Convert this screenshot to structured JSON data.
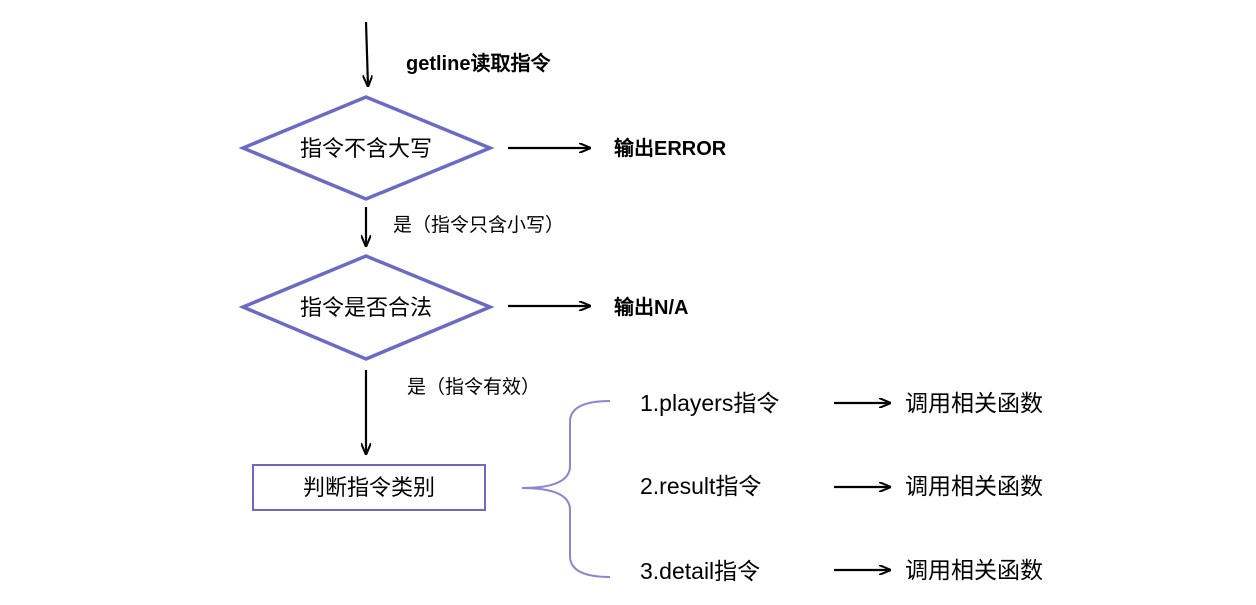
{
  "colors": {
    "shape_stroke": "#6b6bc4",
    "brace_stroke": "#8a86d0",
    "arrow": "#000000",
    "text": "#000000"
  },
  "flow": {
    "input_label": "getline读取指令",
    "check_uppercase": {
      "label": "指令不含大写",
      "no_branch_output": "输出ERROR",
      "yes_edge_label": "是（指令只含小写）"
    },
    "check_valid": {
      "label": "指令是否合法",
      "no_branch_output": "输出N/A",
      "yes_edge_label": "是（指令有效）"
    },
    "classify": {
      "label": "判断指令类别"
    },
    "commands": [
      {
        "label": "1.players指令",
        "action": "调用相关函数"
      },
      {
        "label": "2.result指令",
        "action": "调用相关函数"
      },
      {
        "label": "3.detail指令",
        "action": "调用相关函数"
      }
    ]
  }
}
